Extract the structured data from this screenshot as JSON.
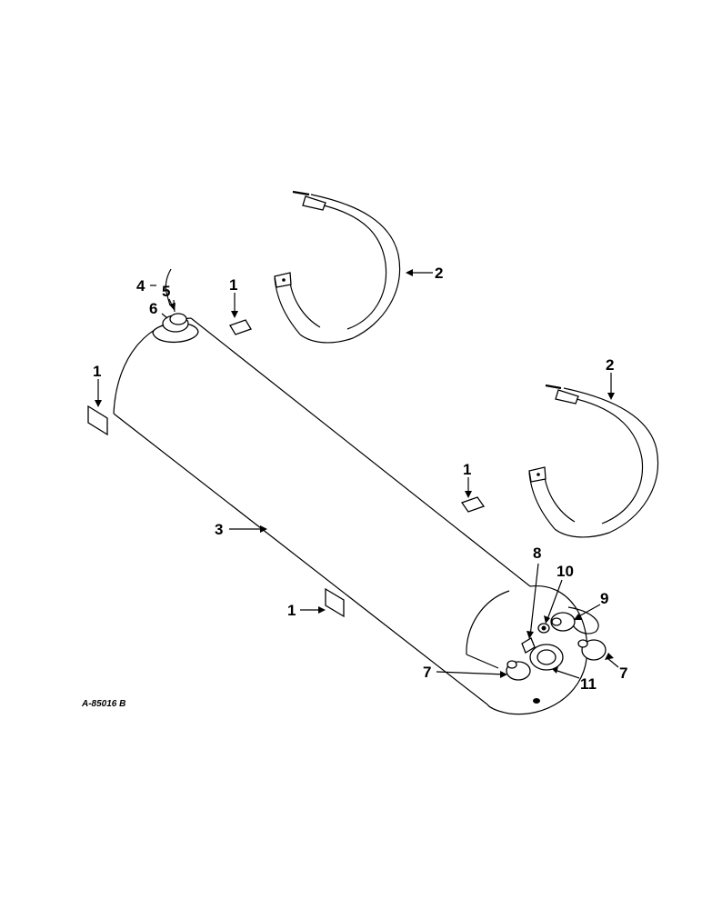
{
  "callouts": {
    "c1a": "1",
    "c1b": "1",
    "c1c": "1",
    "c1d": "1",
    "c2a": "2",
    "c2b": "2",
    "c3": "3",
    "c4": "4",
    "c5": "5",
    "c6": "6",
    "c7a": "7",
    "c7b": "7",
    "c8": "8",
    "c9": "9",
    "c10": "10",
    "c11": "11"
  },
  "drawing_id": "A-85016 B"
}
